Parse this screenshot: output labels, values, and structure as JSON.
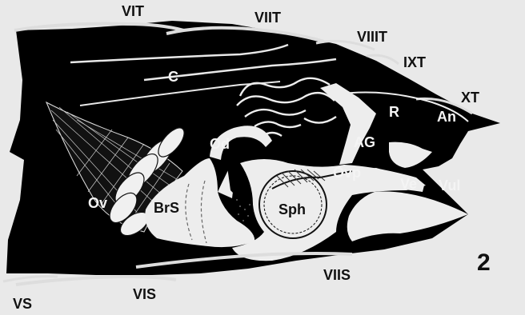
{
  "figure_number": "2",
  "labels": {
    "VIT": "VIT",
    "VIIT": "VIIT",
    "VIIIT": "VIIIT",
    "IXT": "IXT",
    "XT": "XT",
    "An": "An",
    "C": "C",
    "R": "R",
    "AG": "AG",
    "Od": "Od",
    "Ovp": "Ovp",
    "Ve": "Ve",
    "Vul": "Vul",
    "Ov": "Ov",
    "BrS": "BrS",
    "Sph": "Sph",
    "VIIS": "VIIS",
    "VIS": "VIS",
    "VS": "VS"
  },
  "colors": {
    "background": "#e9e9e9",
    "body_fill": "#000000",
    "light_structures": "#ededed"
  }
}
